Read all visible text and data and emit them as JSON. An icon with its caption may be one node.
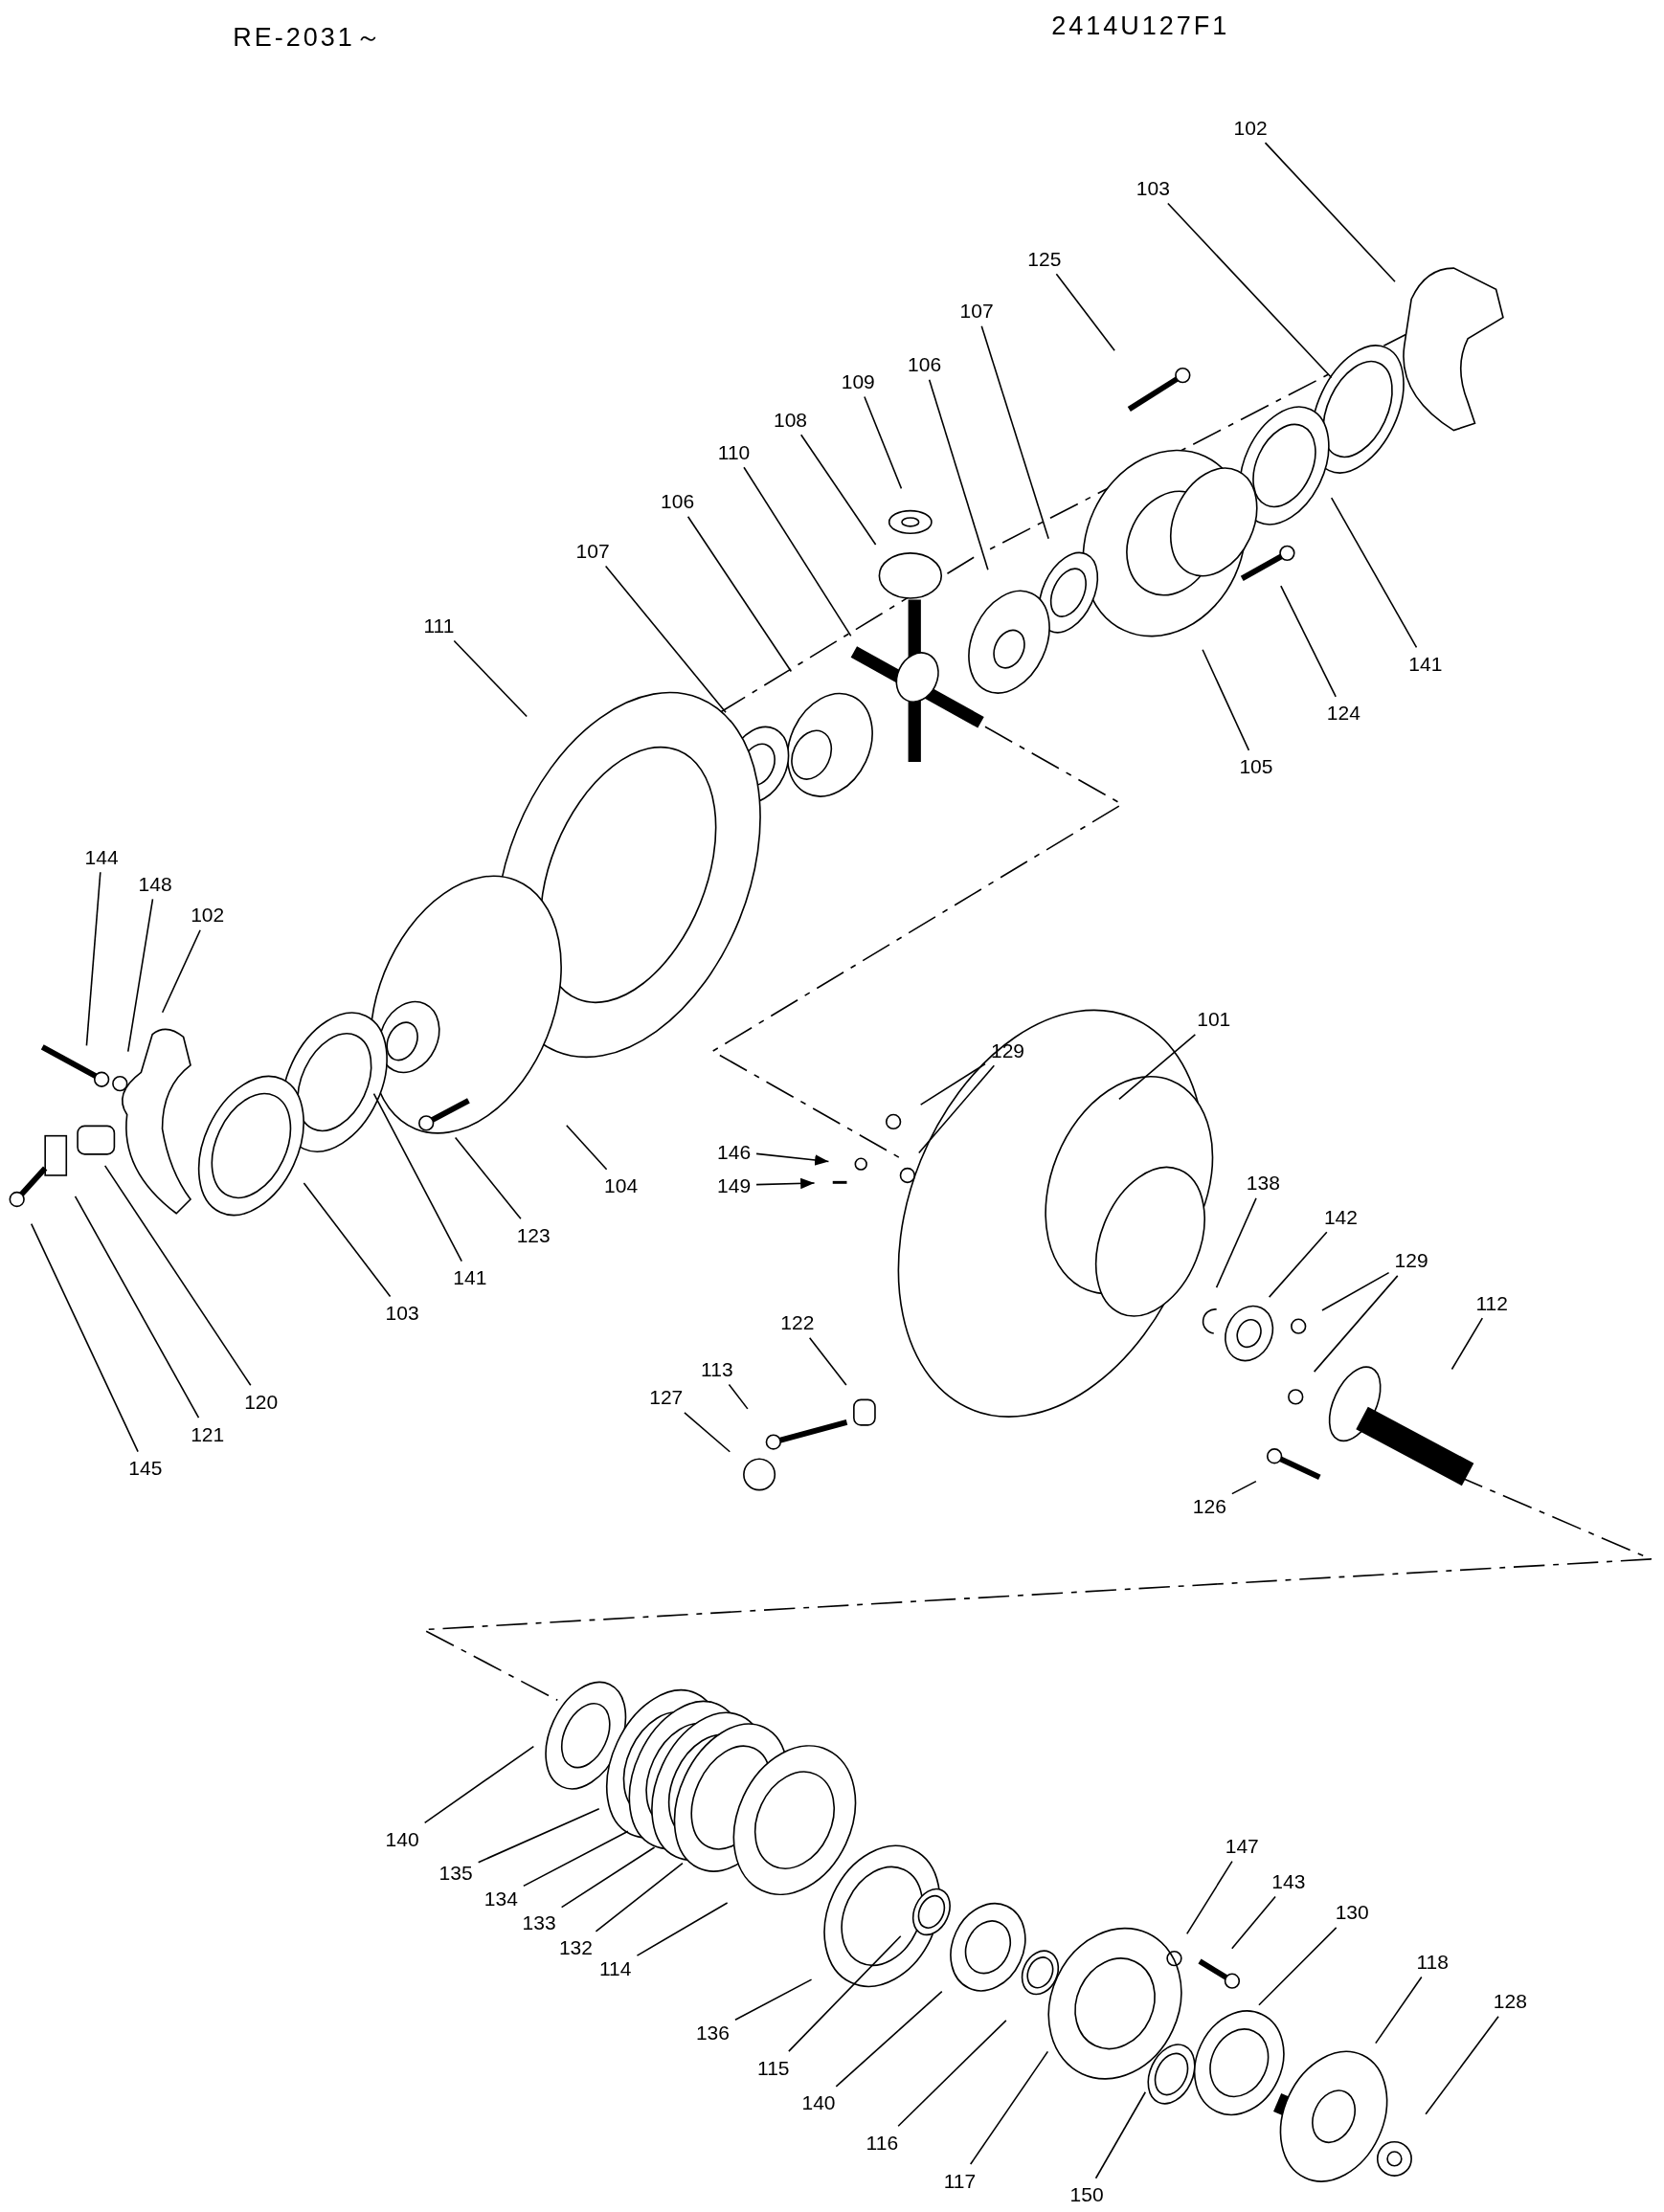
{
  "diagram": {
    "nodes": [
      {
        "text": [
          "102"
        ]
      },
      {
        "text": [
          "103"
        ]
      },
      {
        "text": [
          "125"
        ]
      },
      {
        "text": [
          "107"
        ]
      },
      {
        "text": [
          "106"
        ]
      },
      {
        "text": [
          "109"
        ]
      },
      {
        "text": [
          "108"
        ]
      },
      {
        "text": [
          "110"
        ]
      },
      {
        "text": [
          "106"
        ]
      },
      {
        "text": [
          "107"
        ]
      },
      {
        "text": [
          "111"
        ]
      },
      {
        "text": [
          "141"
        ]
      },
      {
        "text": [
          "124"
        ]
      },
      {
        "text": [
          "105"
        ]
      },
      {
        "text": [
          "144"
        ]
      },
      {
        "text": [
          "148"
        ]
      },
      {
        "text": [
          "102"
        ]
      },
      {
        "text": [
          "129"
        ]
      },
      {
        "text": [
          "101"
        ]
      },
      {
        "text": [
          "146"
        ]
      },
      {
        "text": [
          "149"
        ]
      },
      {
        "text": [
          "104"
        ]
      },
      {
        "text": [
          "138"
        ]
      },
      {
        "text": [
          "123"
        ]
      },
      {
        "text": [
          "142"
        ]
      },
      {
        "text": [
          "129"
        ]
      },
      {
        "text": [
          "141"
        ]
      },
      {
        "text": [
          "112"
        ]
      },
      {
        "text": [
          "103"
        ]
      },
      {
        "text": [
          "122"
        ]
      },
      {
        "text": [
          "113"
        ]
      },
      {
        "text": [
          "120"
        ]
      },
      {
        "text": [
          "127"
        ]
      },
      {
        "text": [
          "121"
        ]
      },
      {
        "text": [
          "145"
        ]
      },
      {
        "text": [
          "126"
        ]
      },
      {
        "text": [
          "140"
        ]
      },
      {
        "text": [
          "135"
        ]
      },
      {
        "text": [
          "134"
        ]
      },
      {
        "text": [
          "133"
        ]
      },
      {
        "text": [
          "147"
        ]
      },
      {
        "text": [
          "143"
        ]
      },
      {
        "text": [
          "132"
        ]
      },
      {
        "text": [
          "130"
        ]
      },
      {
        "text": [
          "114"
        ]
      },
      {
        "text": [
          "118"
        ]
      },
      {
        "text": [
          "128"
        ]
      },
      {
        "text": [
          "136"
        ]
      },
      {
        "text": [
          "115"
        ]
      },
      {
        "text": [
          "140"
        ]
      },
      {
        "text": [
          "116"
        ]
      },
      {
        "text": [
          "117"
        ]
      },
      {
        "text": [
          "150"
        ]
      }
    ],
    "edges": [
      {
        "from": 0,
        "to": null,
        "arrow": "none"
      },
      {
        "from": 1,
        "to": null,
        "arrow": "none"
      },
      {
        "from": 2,
        "to": null,
        "arrow": "none"
      },
      {
        "from": 3,
        "to": null,
        "arrow": "none"
      },
      {
        "from": 4,
        "to": null,
        "arrow": "none"
      },
      {
        "from": 5,
        "to": null,
        "arrow": "none"
      },
      {
        "from": 6,
        "to": null,
        "arrow": "none"
      },
      {
        "from": 7,
        "to": null,
        "arrow": "none"
      },
      {
        "from": 8,
        "to": null,
        "arrow": "none"
      },
      {
        "from": 9,
        "to": null,
        "arrow": "none"
      },
      {
        "from": 10,
        "to": null,
        "arrow": "none"
      },
      {
        "from": 11,
        "to": null,
        "arrow": "none"
      },
      {
        "from": 12,
        "to": null,
        "arrow": "none"
      },
      {
        "from": 13,
        "to": null,
        "arrow": "none"
      },
      {
        "from": 14,
        "to": null,
        "arrow": "none"
      },
      {
        "from": 15,
        "to": null,
        "arrow": "none"
      },
      {
        "from": 16,
        "to": null,
        "arrow": "none"
      },
      {
        "from": 17,
        "to": null,
        "arrow": "none"
      },
      {
        "from": 17,
        "to": null,
        "arrow": "none"
      },
      {
        "from": 18,
        "to": null,
        "arrow": "none"
      },
      {
        "from": 19,
        "to": null,
        "arrow": "to"
      },
      {
        "from": 20,
        "to": null,
        "arrow": "to"
      },
      {
        "from": 21,
        "to": null,
        "arrow": "none"
      },
      {
        "from": 22,
        "to": null,
        "arrow": "none"
      },
      {
        "from": 23,
        "to": null,
        "arrow": "none"
      },
      {
        "from": 24,
        "to": null,
        "arrow": "none"
      },
      {
        "from": 25,
        "to": null,
        "arrow": "none"
      },
      {
        "from": 25,
        "to": null,
        "arrow": "none"
      },
      {
        "from": 26,
        "to": null,
        "arrow": "none"
      },
      {
        "from": 27,
        "to": null,
        "arrow": "none"
      },
      {
        "from": 28,
        "to": null,
        "arrow": "none"
      },
      {
        "from": 29,
        "to": null,
        "arrow": "none"
      },
      {
        "from": 30,
        "to": null,
        "arrow": "none"
      },
      {
        "from": 31,
        "to": null,
        "arrow": "none"
      },
      {
        "from": 32,
        "to": null,
        "arrow": "none"
      },
      {
        "from": 33,
        "to": null,
        "arrow": "none"
      },
      {
        "from": 34,
        "to": null,
        "arrow": "none"
      },
      {
        "from": 35,
        "to": null,
        "arrow": "none"
      },
      {
        "from": 36,
        "to": null,
        "arrow": "none"
      },
      {
        "from": 37,
        "to": null,
        "arrow": "none"
      },
      {
        "from": 38,
        "to": null,
        "arrow": "none"
      },
      {
        "from": 39,
        "to": null,
        "arrow": "none"
      },
      {
        "from": 40,
        "to": null,
        "arrow": "none"
      },
      {
        "from": 41,
        "to": null,
        "arrow": "none"
      },
      {
        "from": 42,
        "to": null,
        "arrow": "none"
      },
      {
        "from": 43,
        "to": null,
        "arrow": "none"
      },
      {
        "from": 44,
        "to": null,
        "arrow": "none"
      },
      {
        "from": 45,
        "to": null,
        "arrow": "none"
      },
      {
        "from": 46,
        "to": null,
        "arrow": "none"
      },
      {
        "from": 47,
        "to": null,
        "arrow": "none"
      },
      {
        "from": 48,
        "to": null,
        "arrow": "none"
      },
      {
        "from": 49,
        "to": null,
        "arrow": "none"
      },
      {
        "from": 50,
        "to": null,
        "arrow": "none"
      },
      {
        "from": 51,
        "to": null,
        "arrow": "none"
      },
      {
        "from": 52,
        "to": null,
        "arrow": "none"
      }
    ],
    "labels": [
      "RE-2031～",
      "2414U127F1"
    ]
  }
}
